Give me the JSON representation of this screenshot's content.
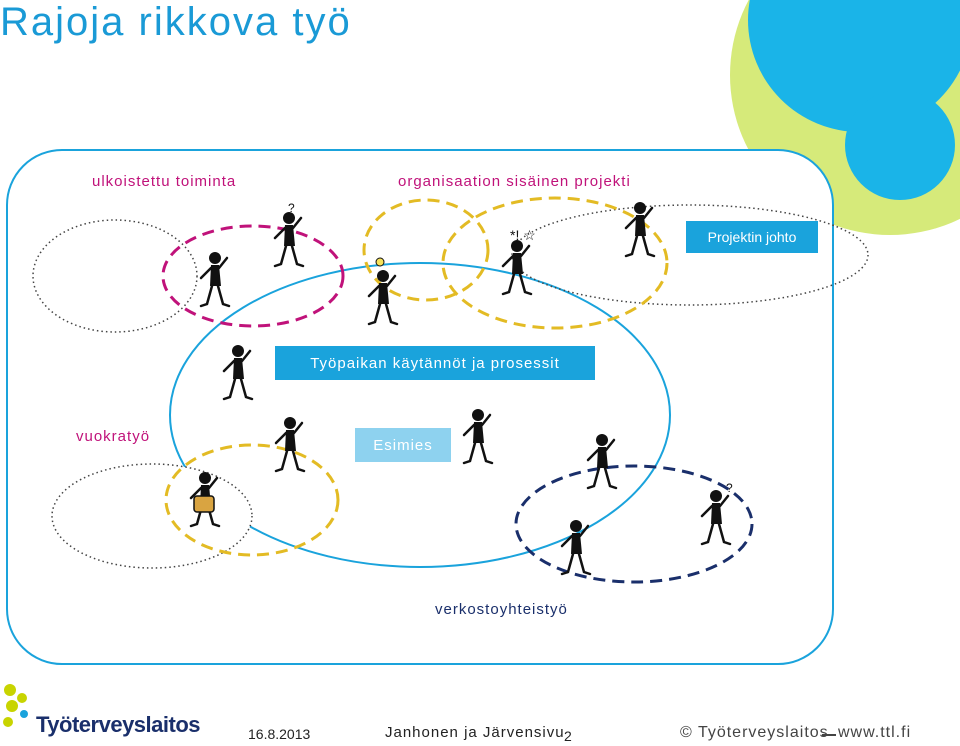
{
  "slide": {
    "title": "Rajoja rikkova työ",
    "labels": {
      "outsourced": "ulkoistettu toiminta",
      "internal_project": "organisaation sisäinen projekti",
      "temp_work": "vuokratyö",
      "network": "verkostoyhteistyö"
    },
    "boxes": {
      "project_management": "Projektin johto",
      "processes": "Työpaikan käytännöt ja prosessit",
      "supervisor": "Esimies"
    }
  },
  "footer": {
    "logo": "Työterveyslaitos",
    "date": "16.8.2013",
    "authors": "Janhonen ja Järvensivu",
    "page": "2",
    "copyright": "© Työterveyslaitos",
    "website": "www.ttl.fi"
  },
  "colors": {
    "accent_blue": "#1aa3dc",
    "title_blue": "#1a9ad6",
    "magenta": "#c0127a",
    "yellow_dash": "#e3bb24",
    "navy_dash": "#1a2f6b",
    "lime": "#c8e04a"
  }
}
